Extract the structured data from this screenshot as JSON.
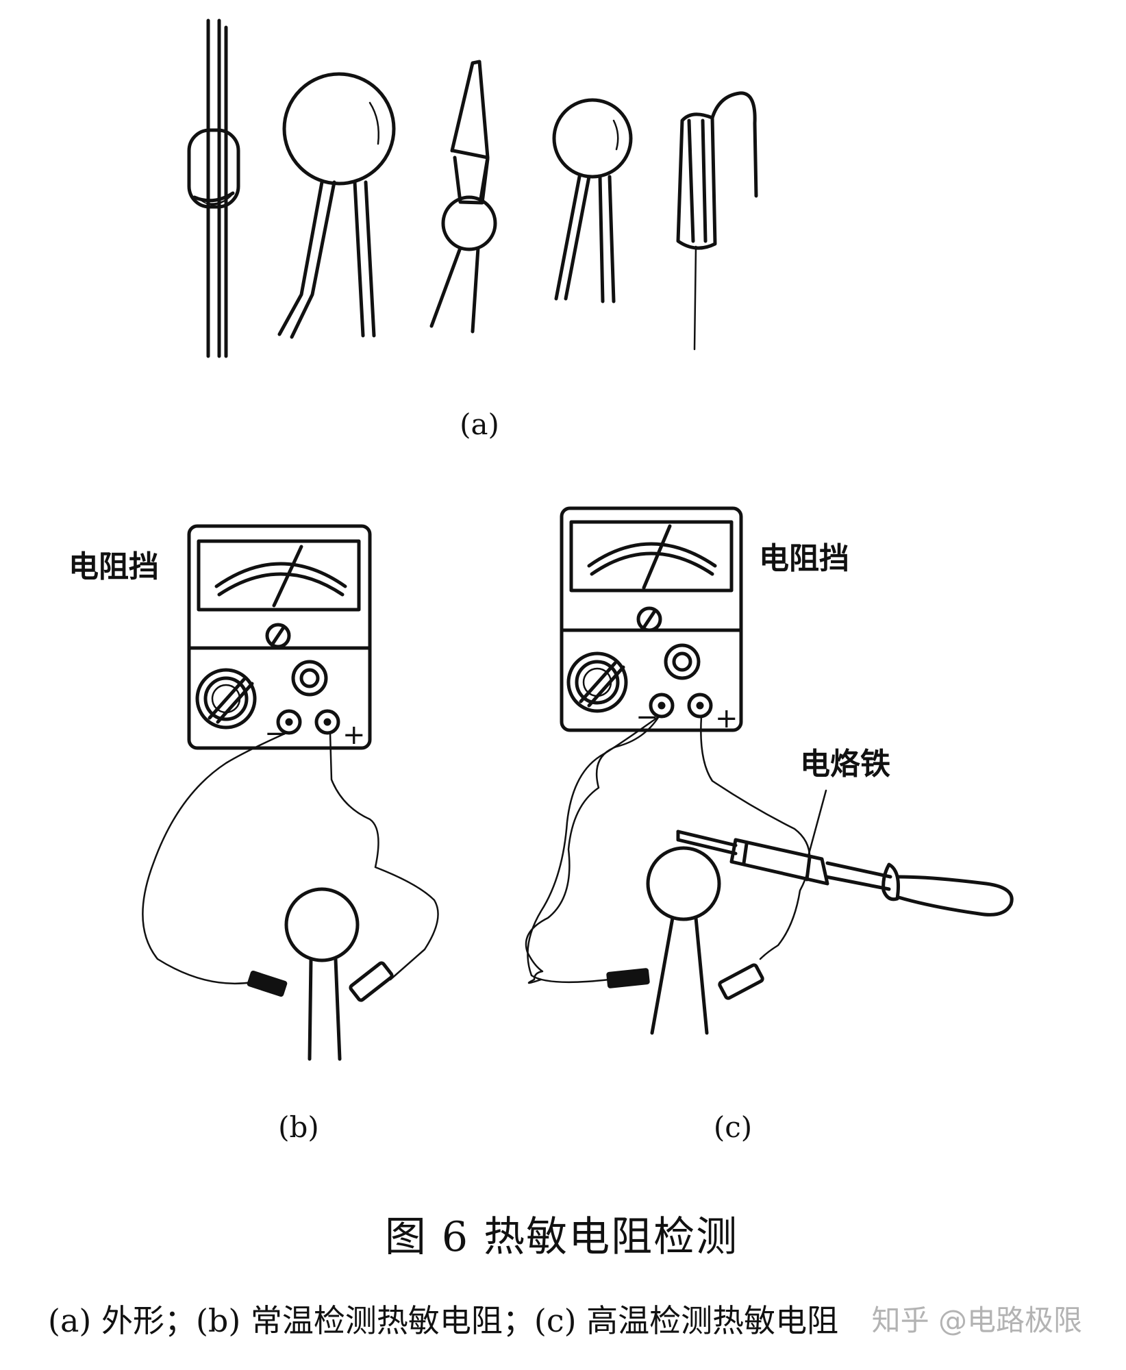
{
  "panels": {
    "a": {
      "label": "(a)"
    },
    "b": {
      "label": "(b)",
      "meter_label": "电阻挡",
      "minus": "−",
      "plus": "+"
    },
    "c": {
      "label": "(c)",
      "meter_label": "电阻挡",
      "minus": "−",
      "plus": "+",
      "iron_label": "电烙铁"
    }
  },
  "caption": {
    "title": "图 6    热敏电阻检测",
    "subtitle": "(a) 外形；(b) 常温检测热敏电阻；(c) 高温检测热敏电阻"
  },
  "watermark": "知乎 @电路极限"
}
